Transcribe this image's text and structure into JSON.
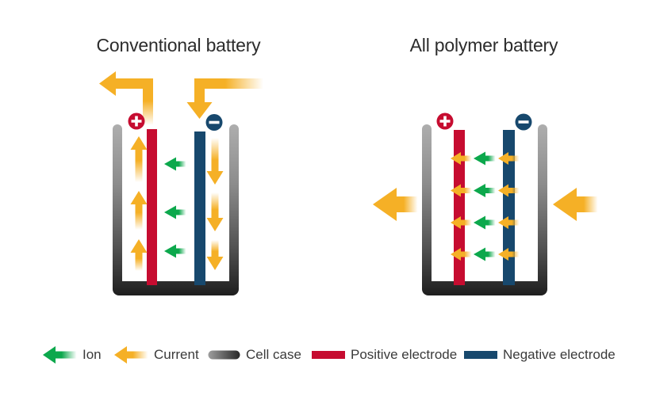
{
  "titles": {
    "conventional": "Conventional battery",
    "polymer": "All polymer battery"
  },
  "diagrams": {
    "conventional": {
      "positive_terminal_symbol": "+",
      "negative_terminal_symbol": "−",
      "ion_arrow_count": 3,
      "ion_direction": "left (negative to positive electrode)",
      "current_path": "up along positive electrode, out top-left; in from top-right, down along negative electrode"
    },
    "polymer": {
      "positive_terminal_symbol": "+",
      "negative_terminal_symbol": "−",
      "ion_arrow_rows": 4,
      "ion_direction": "left",
      "current_path": "straight left through both electrodes and out of the cell"
    }
  },
  "legend": {
    "items": [
      {
        "label": "Ion",
        "icon": "ion-arrow-icon",
        "color": "#0ca84c"
      },
      {
        "label": "Current",
        "icon": "current-arrow-icon",
        "color": "#f5b026"
      },
      {
        "label": "Cell case",
        "icon": "cell-case-icon",
        "color": "#555555"
      },
      {
        "label": "Positive electrode",
        "icon": "positive-swatch-icon",
        "color": "#c60c30"
      },
      {
        "label": "Negative electrode",
        "icon": "negative-swatch-icon",
        "color": "#17486d"
      }
    ]
  },
  "colors": {
    "ion_green": "#0ca84c",
    "current_yellow": "#f5b026",
    "positive_red": "#c60c30",
    "negative_blue": "#17486d",
    "case_light": "#aeaeae",
    "case_dark": "#1e1e1e",
    "title_text": "#2c2c2c",
    "legend_text": "#3a3a3a"
  }
}
